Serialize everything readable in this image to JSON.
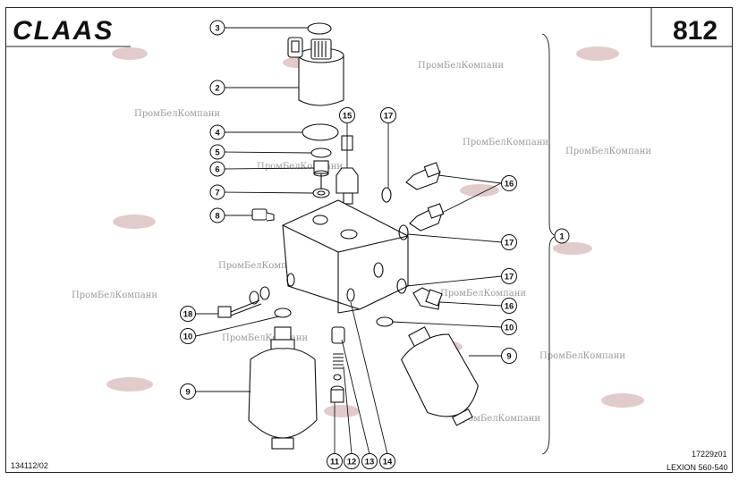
{
  "header": {
    "brand_logo_text": "CLAAS",
    "page_number": "812"
  },
  "footer": {
    "left_code": "134112/02",
    "drawing_code": "17229z01",
    "model": "LEXION 560-540"
  },
  "watermark_text": "ПромБелКомпани",
  "callouts": [
    {
      "id": "c3",
      "label": "3"
    },
    {
      "id": "c2",
      "label": "2"
    },
    {
      "id": "c4",
      "label": "4"
    },
    {
      "id": "c5",
      "label": "5"
    },
    {
      "id": "c6",
      "label": "6"
    },
    {
      "id": "c7",
      "label": "7"
    },
    {
      "id": "c8",
      "label": "8"
    },
    {
      "id": "c18",
      "label": "18"
    },
    {
      "id": "c10a",
      "label": "10"
    },
    {
      "id": "c9a",
      "label": "9"
    },
    {
      "id": "c15",
      "label": "15"
    },
    {
      "id": "c17a",
      "label": "17"
    },
    {
      "id": "c16a",
      "label": "16"
    },
    {
      "id": "c17b",
      "label": "17"
    },
    {
      "id": "c17c",
      "label": "17"
    },
    {
      "id": "c16b",
      "label": "16"
    },
    {
      "id": "c10b",
      "label": "10"
    },
    {
      "id": "c9b",
      "label": "9"
    },
    {
      "id": "c1",
      "label": "1"
    },
    {
      "id": "c11",
      "label": "11"
    },
    {
      "id": "c12",
      "label": "12"
    },
    {
      "id": "c13",
      "label": "13"
    },
    {
      "id": "c14",
      "label": "14"
    }
  ],
  "colors": {
    "line": "#111111",
    "watermark": "#9a9a9a",
    "watermark_logo": "#c8a0a0"
  }
}
